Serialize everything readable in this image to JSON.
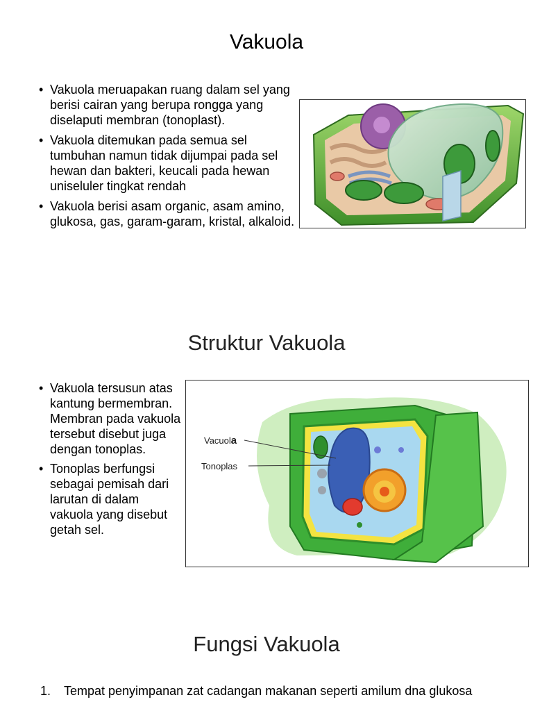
{
  "section1": {
    "title": "Vakuola",
    "bullets": [
      "Vakuola meruapakan ruang dalam sel yang berisi cairan yang berupa rongga yang diselaputi membran (tonoplast).",
      "Vakuola ditemukan pada semua sel tumbuhan namun tidak dijumpai pada sel hewan dan bakteri, keucali pada hewan uniseluler tingkat rendah",
      "Vakuola berisi asam organic, asam amino, glukosa, gas, garam-garam, kristal, alkaloid."
    ]
  },
  "section2": {
    "title": "Struktur Vakuola",
    "bullets": [
      "Vakuola tersusun atas kantung bermembran. Membran pada vakuola tersebut disebut juga dengan tonoplas.",
      "Tonoplas berfungsi sebagai pemisah dari larutan di dalam vakuola yang disebut getah sel."
    ],
    "figure_labels": {
      "vacuola_prefix": "Vacuol",
      "vacuola_suffix": "a",
      "tonoplas": "Tonoplas"
    }
  },
  "section3": {
    "title": "Fungsi Vakuola",
    "items": [
      {
        "num": "1.",
        "text": "Tempat penyimpanan zat cadangan makanan seperti amilum dna glukosa"
      }
    ]
  }
}
